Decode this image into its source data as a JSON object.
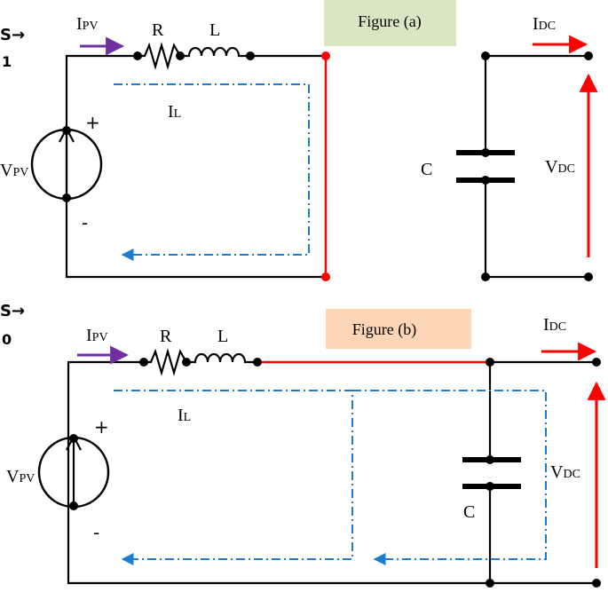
{
  "figures": [
    {
      "switch_state_label": "S→",
      "switch_state_value": "1",
      "caption": "Figure (a)",
      "labels": {
        "current_pv_main": "I",
        "current_pv_sub": "PV",
        "resistor": "R",
        "inductor": "L",
        "current_dc_main": "I",
        "current_dc_sub": "DC",
        "inductor_current_main": "I",
        "inductor_current_sub": "L",
        "plus": "+",
        "minus": "-",
        "source_main": "V",
        "source_sub": "PV",
        "capacitor": "C",
        "voltage_dc_main": "V",
        "voltage_dc_sub": "DC"
      }
    },
    {
      "switch_state_label": "S→",
      "switch_state_value": "0",
      "caption": "Figure (b)",
      "labels": {
        "current_pv_main": "I",
        "current_pv_sub": "PV",
        "resistor": "R",
        "inductor": "L",
        "current_dc_main": "I",
        "current_dc_sub": "DC",
        "inductor_current_main": "I",
        "inductor_current_sub": "L",
        "plus": "+",
        "minus": "-",
        "source_main": "V",
        "source_sub": "PV",
        "capacitor": "C",
        "voltage_dc_main": "V",
        "voltage_dc_sub": "DC"
      }
    }
  ],
  "colors": {
    "wire": "#000000",
    "active_path": "#ff0000",
    "pv_current_arrow": "#7030a0",
    "loop_current": "#1f7bd0",
    "caption_a_bg": "#d8e7c2",
    "caption_b_bg": "#fbd5b5"
  }
}
